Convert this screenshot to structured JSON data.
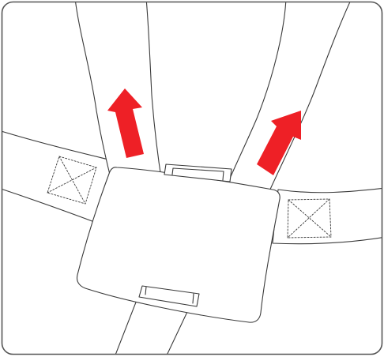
{
  "illustration": {
    "subject": "harness-buckle-release",
    "arrow_color": "#ee2026",
    "line_color": "#3a3a3a",
    "fill_color": "#ffffff",
    "frame_color": "#555555",
    "icons": [
      "strap-left-shoulder",
      "strap-right-shoulder",
      "strap-left-waist",
      "strap-right-waist",
      "strap-crotch",
      "buckle-plate",
      "up-arrow-left",
      "up-arrow-right",
      "stitch-box-left",
      "stitch-box-right"
    ]
  }
}
